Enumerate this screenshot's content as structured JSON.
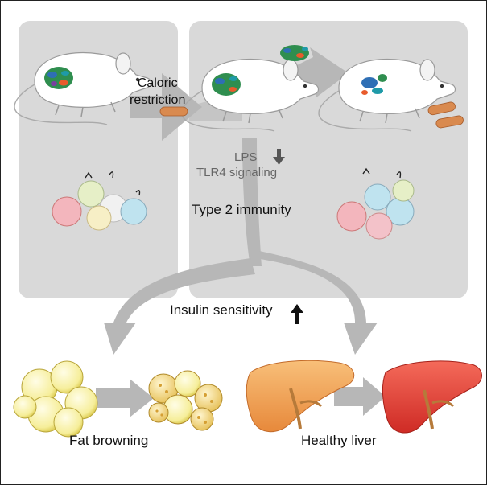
{
  "labels": {
    "caloric_line1": "Caloric",
    "caloric_line2": "restriction",
    "lps": "LPS",
    "tlr4": "TLR4 signaling",
    "type2": "Type 2 immunity",
    "insulin": "Insulin sensitivity",
    "fat": "Fat browning",
    "liver": "Healthy liver"
  },
  "indicators": {
    "lps_tlr4": "decrease",
    "insulin_sensitivity": "increase"
  },
  "icons": [
    "mouse-icon",
    "gut-microbiota-icon",
    "food-pellet-icon",
    "immune-cells-icon",
    "fat-cells-icon",
    "liver-icon",
    "down-arrow-icon",
    "up-arrow-icon"
  ],
  "colors": {
    "panel": "#d9d9d9",
    "arrow": "#b7b7b7",
    "fat_white": "#f7ef9e",
    "fat_beige": "#efd173",
    "liver_orange": "#f0a25c",
    "liver_red": "#e6423a",
    "pellet": "#d98a4f"
  }
}
